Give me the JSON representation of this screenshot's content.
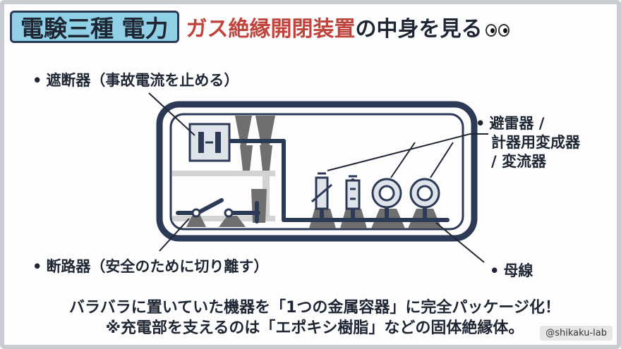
{
  "header": {
    "tag": "電験三種 電力",
    "headline_accent": "ガス絶縁開閉装置",
    "headline_rest": "の中身を見る"
  },
  "labels": {
    "breaker": "遮断器（事故電流を止める）",
    "right_group_line1": "避雷器 /",
    "right_group_line2": "計器用変成器",
    "right_group_line3": "/ 変流器",
    "disconnector": "断路器（安全のために切り離す）",
    "busbar": "母線",
    "bullet": "•"
  },
  "caption": {
    "line1": "バラバラに置いていた機器を「1つの金属容器」に完全パッケージ化！",
    "line2": "※充電部を支えるのは「エポキシ樹脂」などの固体絶縁体。"
  },
  "credit": "@shikaku-lab",
  "colors": {
    "frame": "#2d3a57",
    "insulator": "#6e6e6e",
    "accent_red": "#c0443c",
    "tag_bg": "#8fd0e6"
  },
  "icons": [
    "eyes-icon"
  ]
}
